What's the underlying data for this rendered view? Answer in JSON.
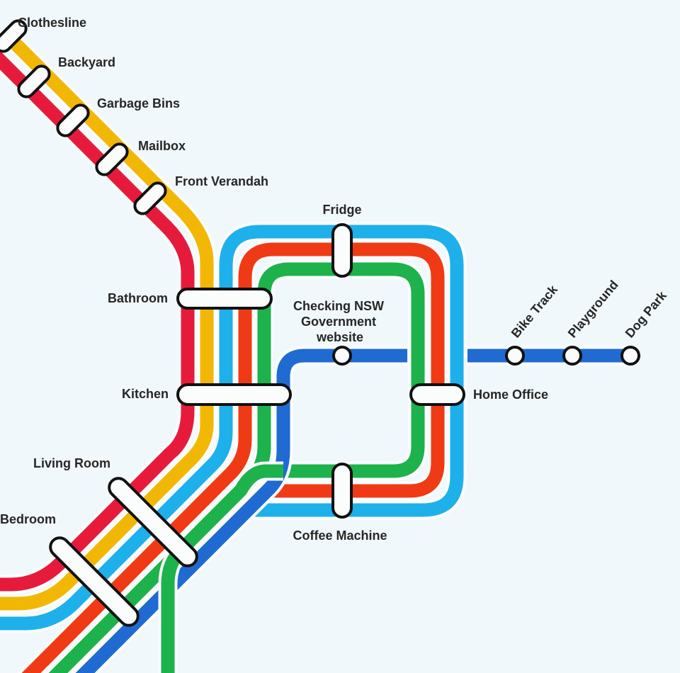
{
  "colors": {
    "background": "#f1f8fb",
    "red_line": "#e61b3c",
    "yellow_line": "#f2b705",
    "light_blue_line": "#1eb0ea",
    "orange_line": "#f03a16",
    "green_line": "#1db24b",
    "blue_line": "#1f6bd2"
  },
  "stations": {
    "clothesline": "Clothesline",
    "backyard": "Backyard",
    "garbage_bins": "Garbage Bins",
    "mailbox": "Mailbox",
    "front_verandah": "Front Verandah",
    "fridge": "Fridge",
    "bathroom": "Bathroom",
    "checking_website": [
      "Checking NSW",
      "Government",
      "website"
    ],
    "kitchen": "Kitchen",
    "home_office": "Home Office",
    "bike_track": "Bike Track",
    "playground": "Playground",
    "dog_park": "Dog Park",
    "living_room": "Living Room",
    "bedroom": "Bedroom",
    "coffee_machine": "Coffee Machine"
  }
}
